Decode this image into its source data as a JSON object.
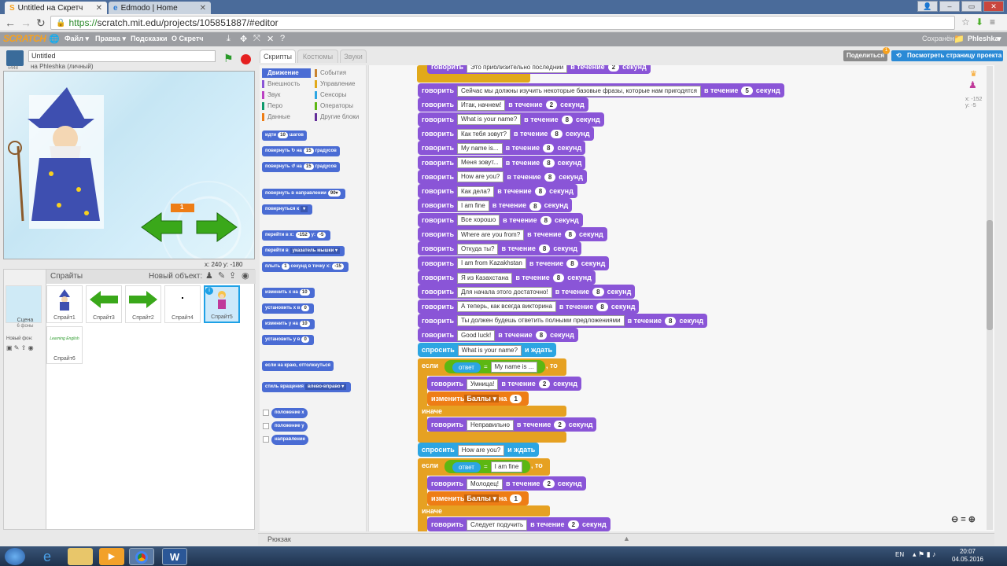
{
  "browser": {
    "tabs": [
      {
        "title": "Untitled на Скретч",
        "active": true
      },
      {
        "title": "Edmodo | Home",
        "active": false
      }
    ],
    "url_scheme": "https://",
    "url_rest": "scratch.mit.edu/projects/105851887/#editor"
  },
  "menu": {
    "logo": "SCRATCH",
    "file": "Файл ▾",
    "edit": "Правка ▾",
    "hints": "Подсказки",
    "about": "О Скретч",
    "saved": "Сохранён",
    "user": "Phleshka"
  },
  "project": {
    "title": "Untitled",
    "byline": "на Phleshka (личный)",
    "version": "v448",
    "share": "Поделиться",
    "see_page": "Посмотреть страницу проекта",
    "share_badge": "1"
  },
  "stage": {
    "counter": "1",
    "coords": "x: 240  y: -180"
  },
  "sprites": {
    "header": "Спрайты",
    "new_object": "Новый объект:",
    "scene_label": "Сцена",
    "scene_count": "6 фоны",
    "new_backdrop": "Новый фон:",
    "items": [
      "Спрайт1",
      "Спрайт3",
      "Спрайт2",
      "Спрайт4",
      "Спрайт5",
      "Спрайт6"
    ],
    "sprite6_text": "Learning English"
  },
  "tabs": {
    "scripts": "Скрипты",
    "costumes": "Костюмы",
    "sounds": "Звуки"
  },
  "categories": [
    {
      "name": "Движение",
      "color": "#4a6cd4"
    },
    {
      "name": "События",
      "color": "#c88330"
    },
    {
      "name": "Внешность",
      "color": "#8a55d7"
    },
    {
      "name": "Управление",
      "color": "#e1a91a"
    },
    {
      "name": "Звук",
      "color": "#bb42c3"
    },
    {
      "name": "Сенсоры",
      "color": "#2ca5e2"
    },
    {
      "name": "Перо",
      "color": "#0e9a6c"
    },
    {
      "name": "Операторы",
      "color": "#5cb712"
    },
    {
      "name": "Данные",
      "color": "#ee7d16"
    },
    {
      "name": "Другие блоки",
      "color": "#632d99"
    }
  ],
  "palette": {
    "move": "идти",
    "move_n": "10",
    "steps": "шагов",
    "turn": "повернуть",
    "turn_n": "15",
    "degrees": "градусов",
    "on": "на",
    "point_dir": "повернуть в направлении",
    "point_n": "90▾",
    "point_to": "повернуться к",
    "goto_xy": "перейти в x:",
    "goto_x": "-152",
    "y_label": "y:",
    "goto_y": "-5",
    "goto": "перейти в",
    "mouse": "указатель мышки ▾",
    "glide": "плыть",
    "glide_n": "1",
    "glide_sec": "секунд в точку x:",
    "glide_x": "-15",
    "change_x": "изменить x на",
    "change_n": "10",
    "set_x": "установить x в",
    "set_n": "0",
    "change_y": "изменить y на",
    "set_y": "установить y в",
    "bounce": "если на краю, оттолкнуться",
    "rotation": "стиль вращения",
    "rotation_opt": "влево-вправо ▾",
    "rep_x": "положение x",
    "rep_y": "положение y",
    "rep_dir": "направление"
  },
  "script": {
    "say": "говорить",
    "for": "в течение",
    "secs": "секунд",
    "ask": "спросить",
    "wait": "и ждать",
    "if": "если",
    "then": ", то",
    "else": "иначе",
    "answer": "ответ",
    "eq": "=",
    "change": "изменить",
    "var": "Баллы ▾",
    "by": "на",
    "top_partial": "Это приблизительно последний",
    "top_partial_n": "2",
    "say_lines": [
      {
        "text": "Сейчас мы должны изучить некоторые базовые фразы, которые нам пригодятся",
        "n": "5"
      },
      {
        "text": "Итак, начнем!",
        "n": "2"
      },
      {
        "text": "What is your name?",
        "n": "8"
      },
      {
        "text": "Как тебя зовут?",
        "n": "8"
      },
      {
        "text": "My name is...",
        "n": "8"
      },
      {
        "text": "Меня зовут...",
        "n": "8"
      },
      {
        "text": "How are you?",
        "n": "8"
      },
      {
        "text": "Как дела?",
        "n": "8"
      },
      {
        "text": "I am fine",
        "n": "8"
      },
      {
        "text": "Все хорошо",
        "n": "8"
      },
      {
        "text": "Where are you from?",
        "n": "8"
      },
      {
        "text": "Откуда ты?",
        "n": "8"
      },
      {
        "text": "I am from Kazakhstan",
        "n": "8"
      },
      {
        "text": "Я из Казахстана",
        "n": "8"
      },
      {
        "text": "Для начала этого достаточно!",
        "n": "8"
      },
      {
        "text": "А теперь, как всегда викторина",
        "n": "8"
      },
      {
        "text": "Ты должен будешь ответить полными предложениями",
        "n": "8"
      },
      {
        "text": "Good luck!",
        "n": "8"
      }
    ],
    "q1": "What is your name?",
    "q1_ans": "My name is ...",
    "q1_yes": "Умница!",
    "q1_yes_n": "2",
    "q1_change_n": "1",
    "q1_no": "Неправильно",
    "q1_no_n": "2",
    "q2": "How are you?",
    "q2_ans": "I am fine",
    "q2_yes": "Молодец!",
    "q2_yes_n": "2",
    "q2_change_n": "1",
    "q2_no": "Следует подучить",
    "q2_no_n": "2",
    "sprite_x": "x: -152",
    "sprite_y": "y: -5"
  },
  "backpack": "Рюкзак",
  "taskbar": {
    "lang": "EN",
    "time": "20:07",
    "date": "04.05.2016"
  }
}
